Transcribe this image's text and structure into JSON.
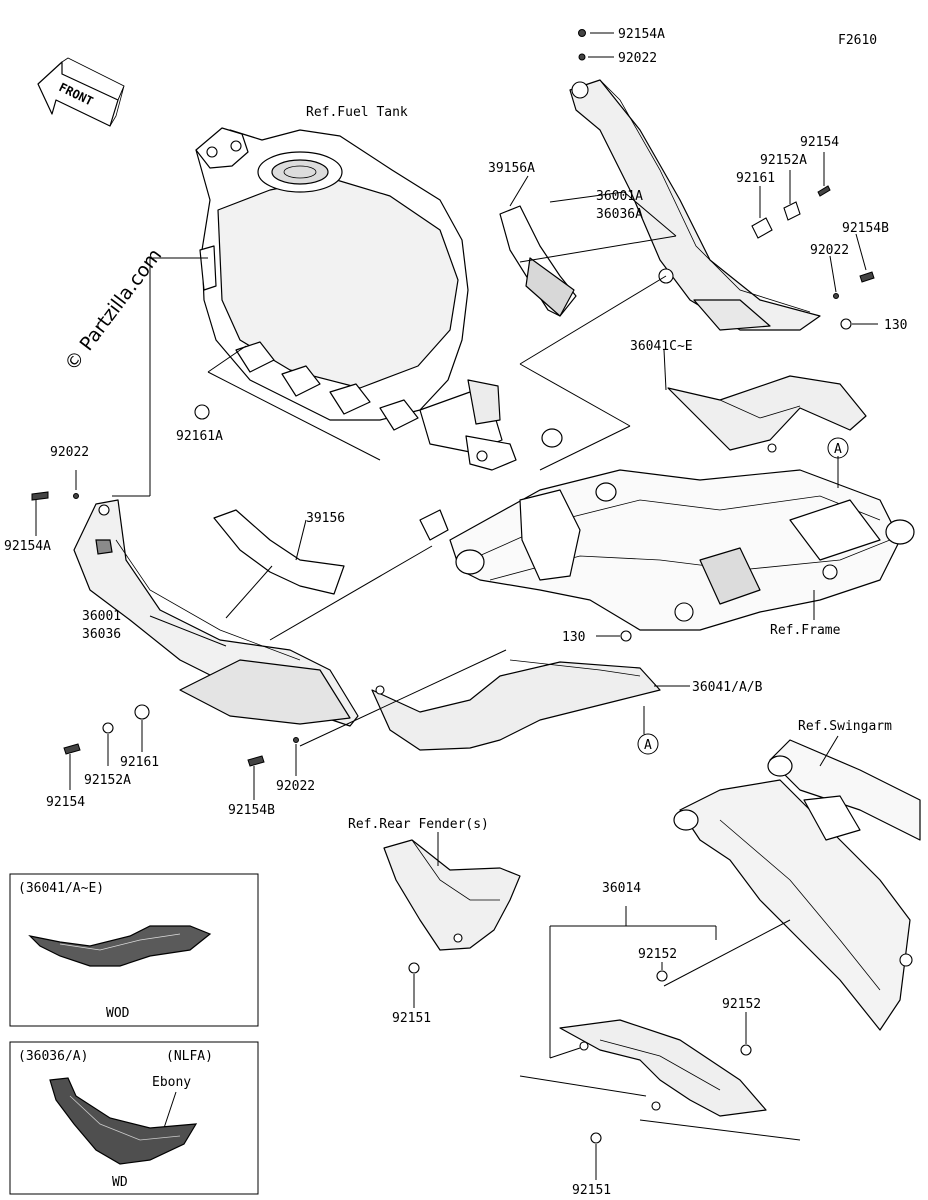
{
  "diagram": {
    "code": "F2610",
    "watermark": "© Partzilla.com",
    "front_label": "FRONT",
    "references": {
      "fuel_tank": "Ref.Fuel Tank",
      "frame": "Ref.Frame",
      "swingarm": "Ref.Swingarm",
      "rear_fender": "Ref.Rear Fender(s)"
    },
    "part_numbers": {
      "n92154A": "92154A",
      "n92022_top": "92022",
      "n39156A": "39156A",
      "n36001A": "36001A",
      "n36036A": "36036A",
      "n92154_top": "92154",
      "n92152A_top": "92152A",
      "n92161_top": "92161",
      "n92154B_top": "92154B",
      "n92022_mid": "92022",
      "n130_top": "130",
      "n36041CE": "36041C~E",
      "n92161A": "92161A",
      "n92022_left": "92022",
      "n92154A_left": "92154A",
      "n39156": "39156",
      "n36001": "36001",
      "n36036": "36036",
      "n130_bottom": "130",
      "n36041AB": "36041/A/B",
      "n92161_bottom": "92161",
      "n92152A_bottom": "92152A",
      "n92154_bottom": "92154",
      "n92022_bottom": "92022",
      "n92154B_bottom": "92154B",
      "n36014": "36014",
      "n92152_a": "92152",
      "n92152_b": "92152",
      "n92151_a": "92151",
      "n92151_b": "92151",
      "callout_a_top": "A",
      "callout_a_bottom": "A"
    },
    "inset_1": {
      "title": "(36041/A~E)",
      "caption": "WOD"
    },
    "inset_2": {
      "title": "(36036/A)",
      "variant": "(NLFA)",
      "color": "Ebony",
      "caption": "WD"
    }
  }
}
